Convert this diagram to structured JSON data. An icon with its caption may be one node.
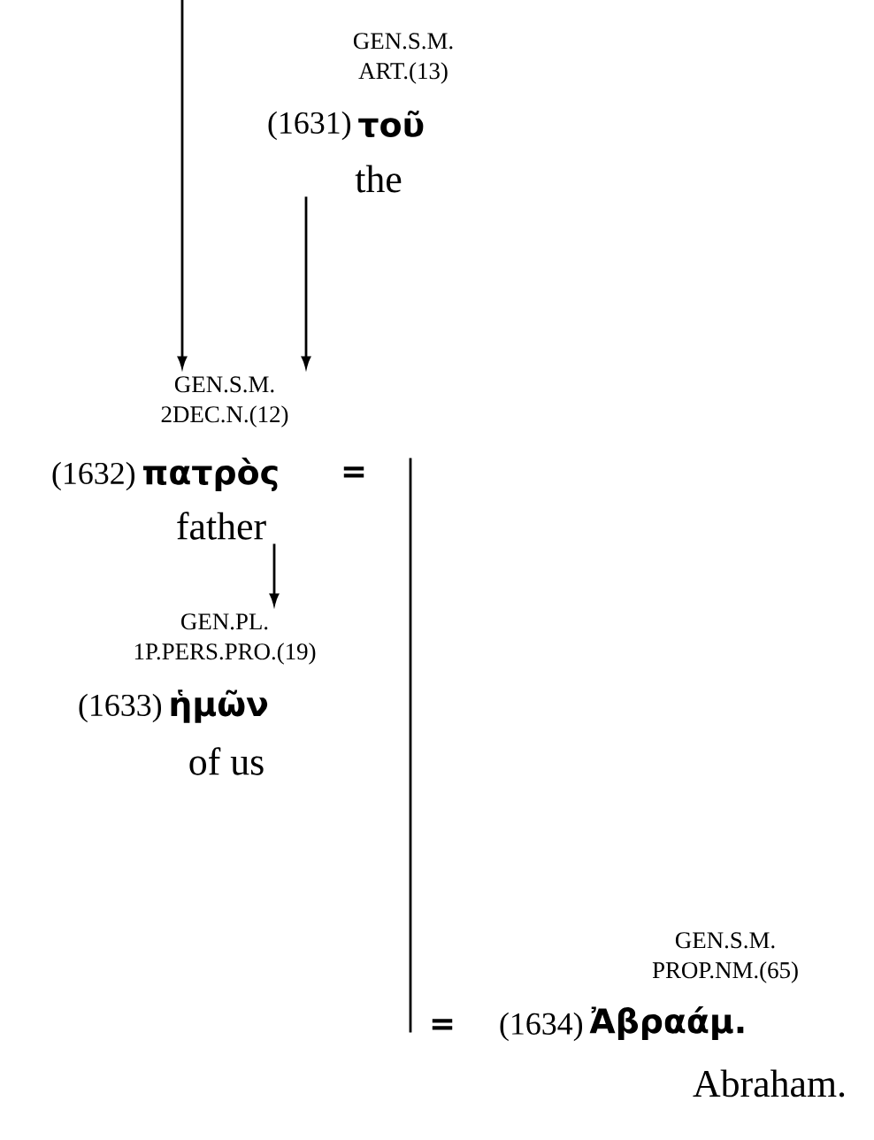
{
  "diagram": {
    "nodes": [
      {
        "text": [
          "GEN.S.M. ART.(13)",
          "(1631)",
          "τοῦ",
          "the"
        ]
      },
      {
        "text": [
          "GEN.S.M. 2DEC.N.(12)",
          "(1632)",
          "πατρὸς",
          "father"
        ],
        "beside": [
          "="
        ]
      },
      {
        "text": [
          "GEN.PL. 1P.PERS.PRO.(19)",
          "(1633)",
          "ἡμῶν",
          "of us"
        ]
      },
      {
        "text": [
          "GEN.S.M. PROP.NM.(65)",
          "(1634)",
          "Ἀβραάμ.",
          "Abraham."
        ],
        "beside": [
          "="
        ]
      }
    ],
    "edges": [
      {
        "from": null,
        "to": 1,
        "arrow": "to"
      },
      {
        "from": 0,
        "to": 1,
        "arrow": "to"
      },
      {
        "from": 1,
        "to": 2,
        "arrow": "to"
      },
      {
        "from": 1,
        "to": 3,
        "arrow": "none"
      }
    ]
  }
}
